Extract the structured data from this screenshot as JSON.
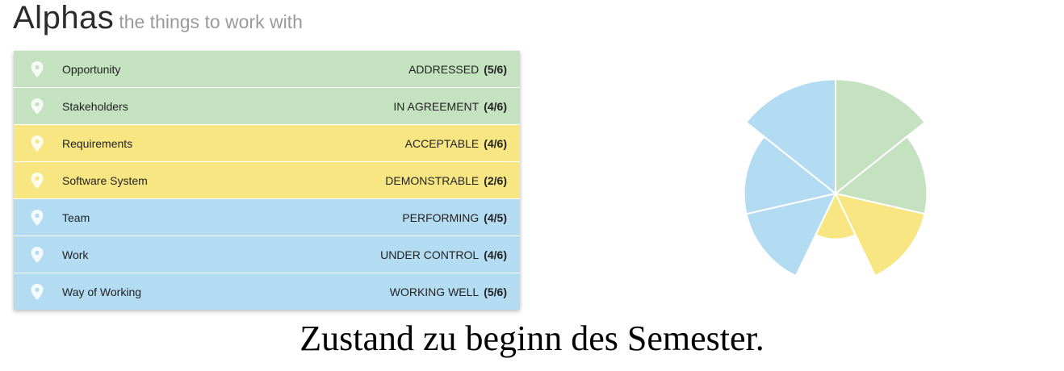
{
  "header": {
    "title": "Alphas",
    "subtitle": "the things to work with"
  },
  "colors": {
    "green": "#c4e2c0",
    "yellow": "#f8e683",
    "blue": "#b3dbf2",
    "pin": "#ffffff"
  },
  "alphas": [
    {
      "name": "Opportunity",
      "state": "ADDRESSED",
      "progress": "(5/6)",
      "level": 5,
      "max": 6,
      "color": "green"
    },
    {
      "name": "Stakeholders",
      "state": "IN AGREEMENT",
      "progress": "(4/6)",
      "level": 4,
      "max": 6,
      "color": "green"
    },
    {
      "name": "Requirements",
      "state": "ACCEPTABLE",
      "progress": "(4/6)",
      "level": 4,
      "max": 6,
      "color": "yellow"
    },
    {
      "name": "Software System",
      "state": "DEMONSTRABLE",
      "progress": "(2/6)",
      "level": 2,
      "max": 6,
      "color": "yellow"
    },
    {
      "name": "Team",
      "state": "PERFORMING",
      "progress": "(4/5)",
      "level": 4,
      "max": 5,
      "color": "blue"
    },
    {
      "name": "Work",
      "state": "UNDER CONTROL",
      "progress": "(4/6)",
      "level": 4,
      "max": 6,
      "color": "blue"
    },
    {
      "name": "Way of Working",
      "state": "WORKING WELL",
      "progress": "(5/6)",
      "level": 5,
      "max": 6,
      "color": "blue"
    }
  ],
  "chart_data": {
    "type": "polar-area",
    "categories": [
      "Opportunity",
      "Stakeholders",
      "Requirements",
      "Software System",
      "Team",
      "Work",
      "Way of Working"
    ],
    "values": [
      5,
      4,
      4,
      2,
      4,
      4,
      5
    ],
    "max_values": [
      6,
      6,
      6,
      6,
      5,
      6,
      6
    ],
    "colors": [
      "green",
      "green",
      "yellow",
      "yellow",
      "blue",
      "blue",
      "blue"
    ],
    "start": "top",
    "direction": "clockwise"
  },
  "caption": "Zustand zu beginn des Semester."
}
